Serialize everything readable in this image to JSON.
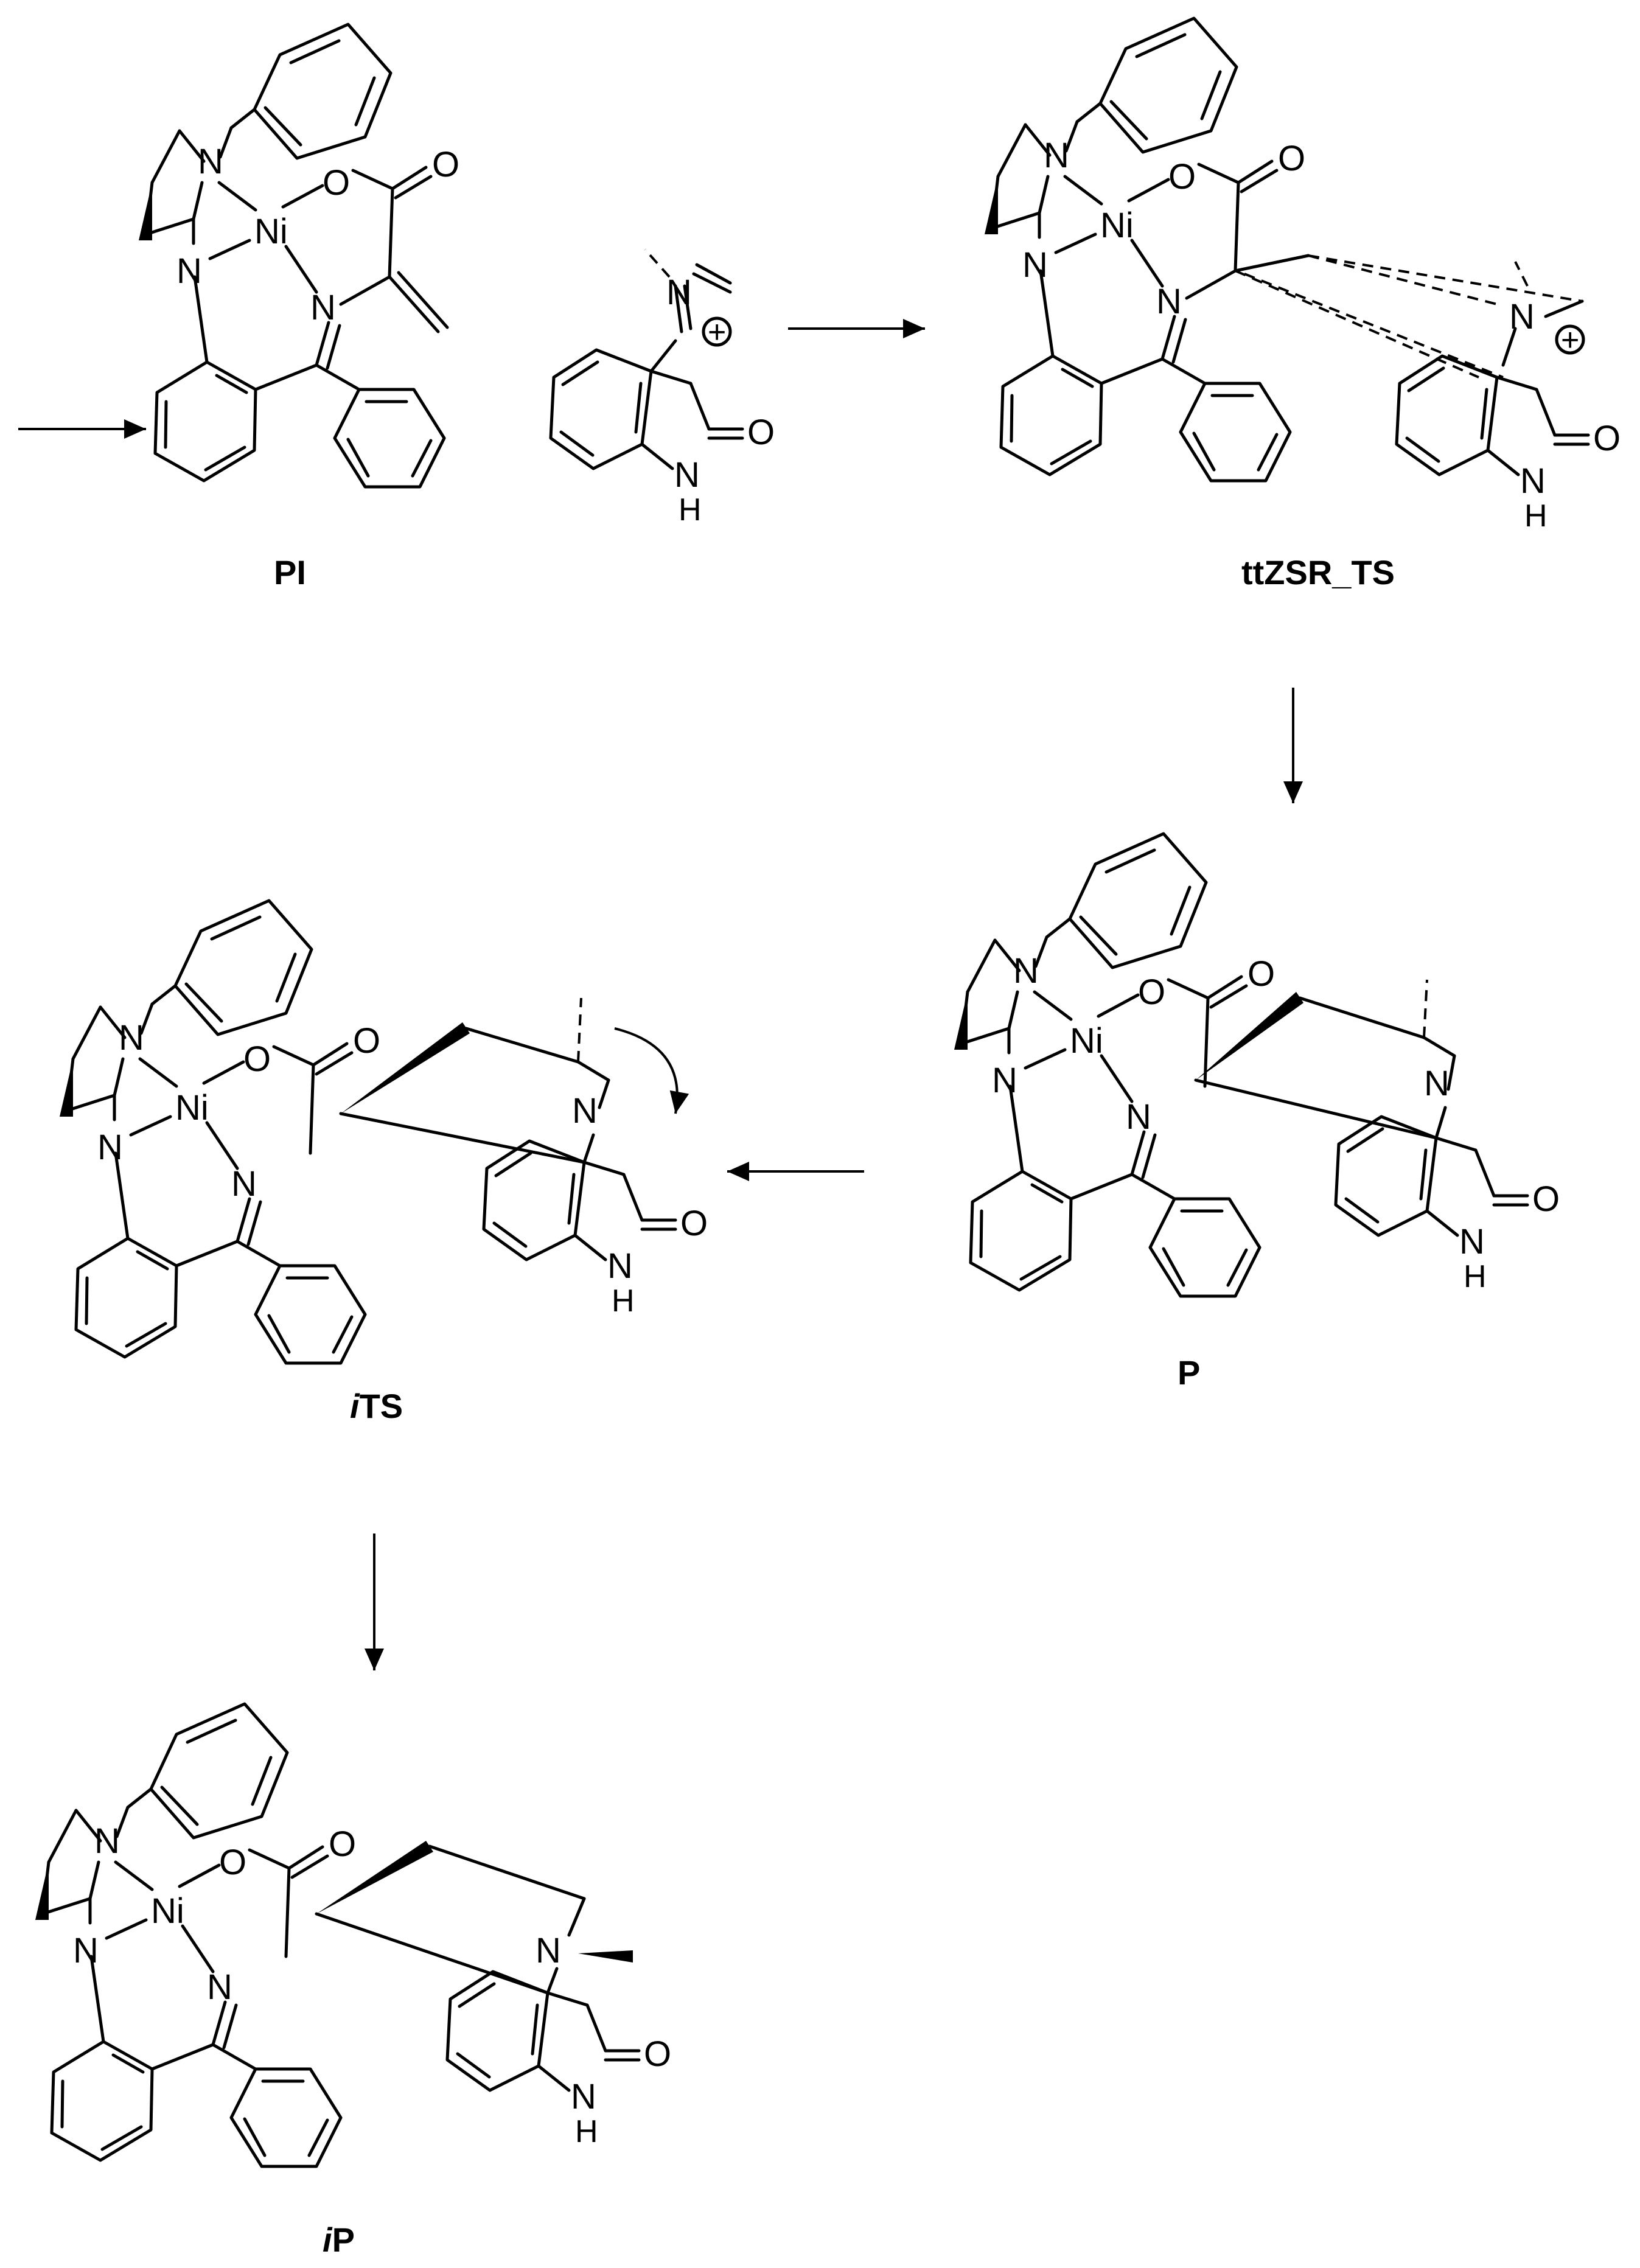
{
  "labels": {
    "PI": "PI",
    "ttZSR_TS": "ttZSR_TS",
    "P": "P",
    "iTS_prefix": "i",
    "iTS_suffix": "TS",
    "iP_prefix": "i",
    "iP_suffix": "P"
  },
  "atoms": {
    "N": "N",
    "Ni": "Ni",
    "O": "O",
    "H": "H",
    "plus": "+"
  }
}
